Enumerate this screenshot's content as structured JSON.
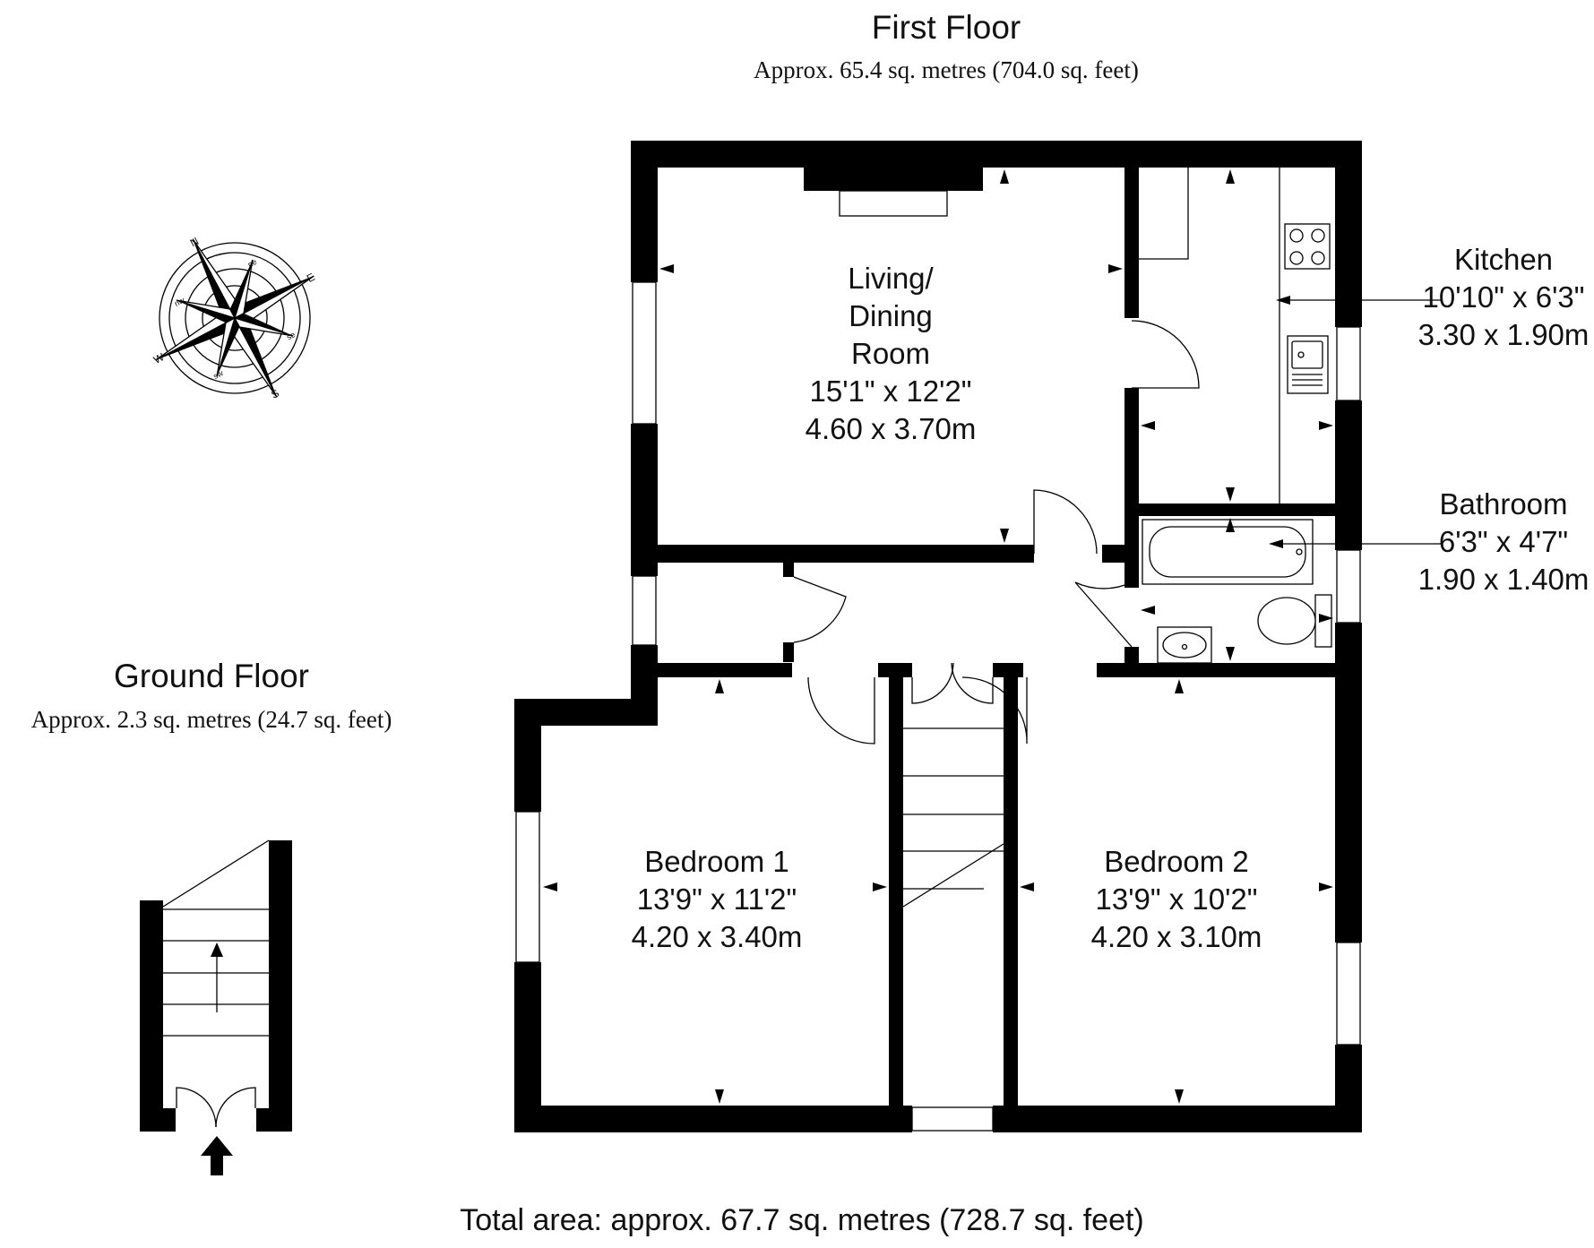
{
  "first_floor": {
    "title": "First Floor",
    "area": "Approx. 65.4 sq. metres (704.0 sq. feet)"
  },
  "ground_floor": {
    "title": "Ground Floor",
    "area": "Approx. 2.3 sq. metres (24.7 sq. feet)"
  },
  "total_area": "Total area: approx. 67.7 sq. metres (728.7 sq. feet)",
  "rooms": {
    "living": {
      "name_1": "Living/",
      "name_2": "Dining",
      "name_3": "Room",
      "imperial": "15'1\" x 12'2\"",
      "metric": "4.60 x 3.70m"
    },
    "kitchen": {
      "name": "Kitchen",
      "imperial": "10'10\" x 6'3\"",
      "metric": "3.30 x 1.90m"
    },
    "bathroom": {
      "name": "Bathroom",
      "imperial": "6'3\" x 4'7\"",
      "metric": "1.90 x 1.40m"
    },
    "bedroom1": {
      "name": "Bedroom 1",
      "imperial": "13'9\" x 11'2\"",
      "metric": "4.20 x 3.40m"
    },
    "bedroom2": {
      "name": "Bedroom 2",
      "imperial": "13'9\" x 10'2\"",
      "metric": "4.20 x 3.10m"
    }
  },
  "compass": {
    "cardinals": [
      "N",
      "E",
      "S",
      "W"
    ],
    "intercardinals": [
      "ne",
      "se",
      "sw",
      "nw"
    ]
  },
  "icons": {
    "compass": "compass-rose-icon",
    "entrance": "entrance-arrow-icon",
    "hob": "hob-icon",
    "sink": "sink-icon",
    "bath": "bath-icon",
    "toilet": "toilet-icon",
    "basin": "basin-icon",
    "fireplace": "fireplace-icon"
  }
}
